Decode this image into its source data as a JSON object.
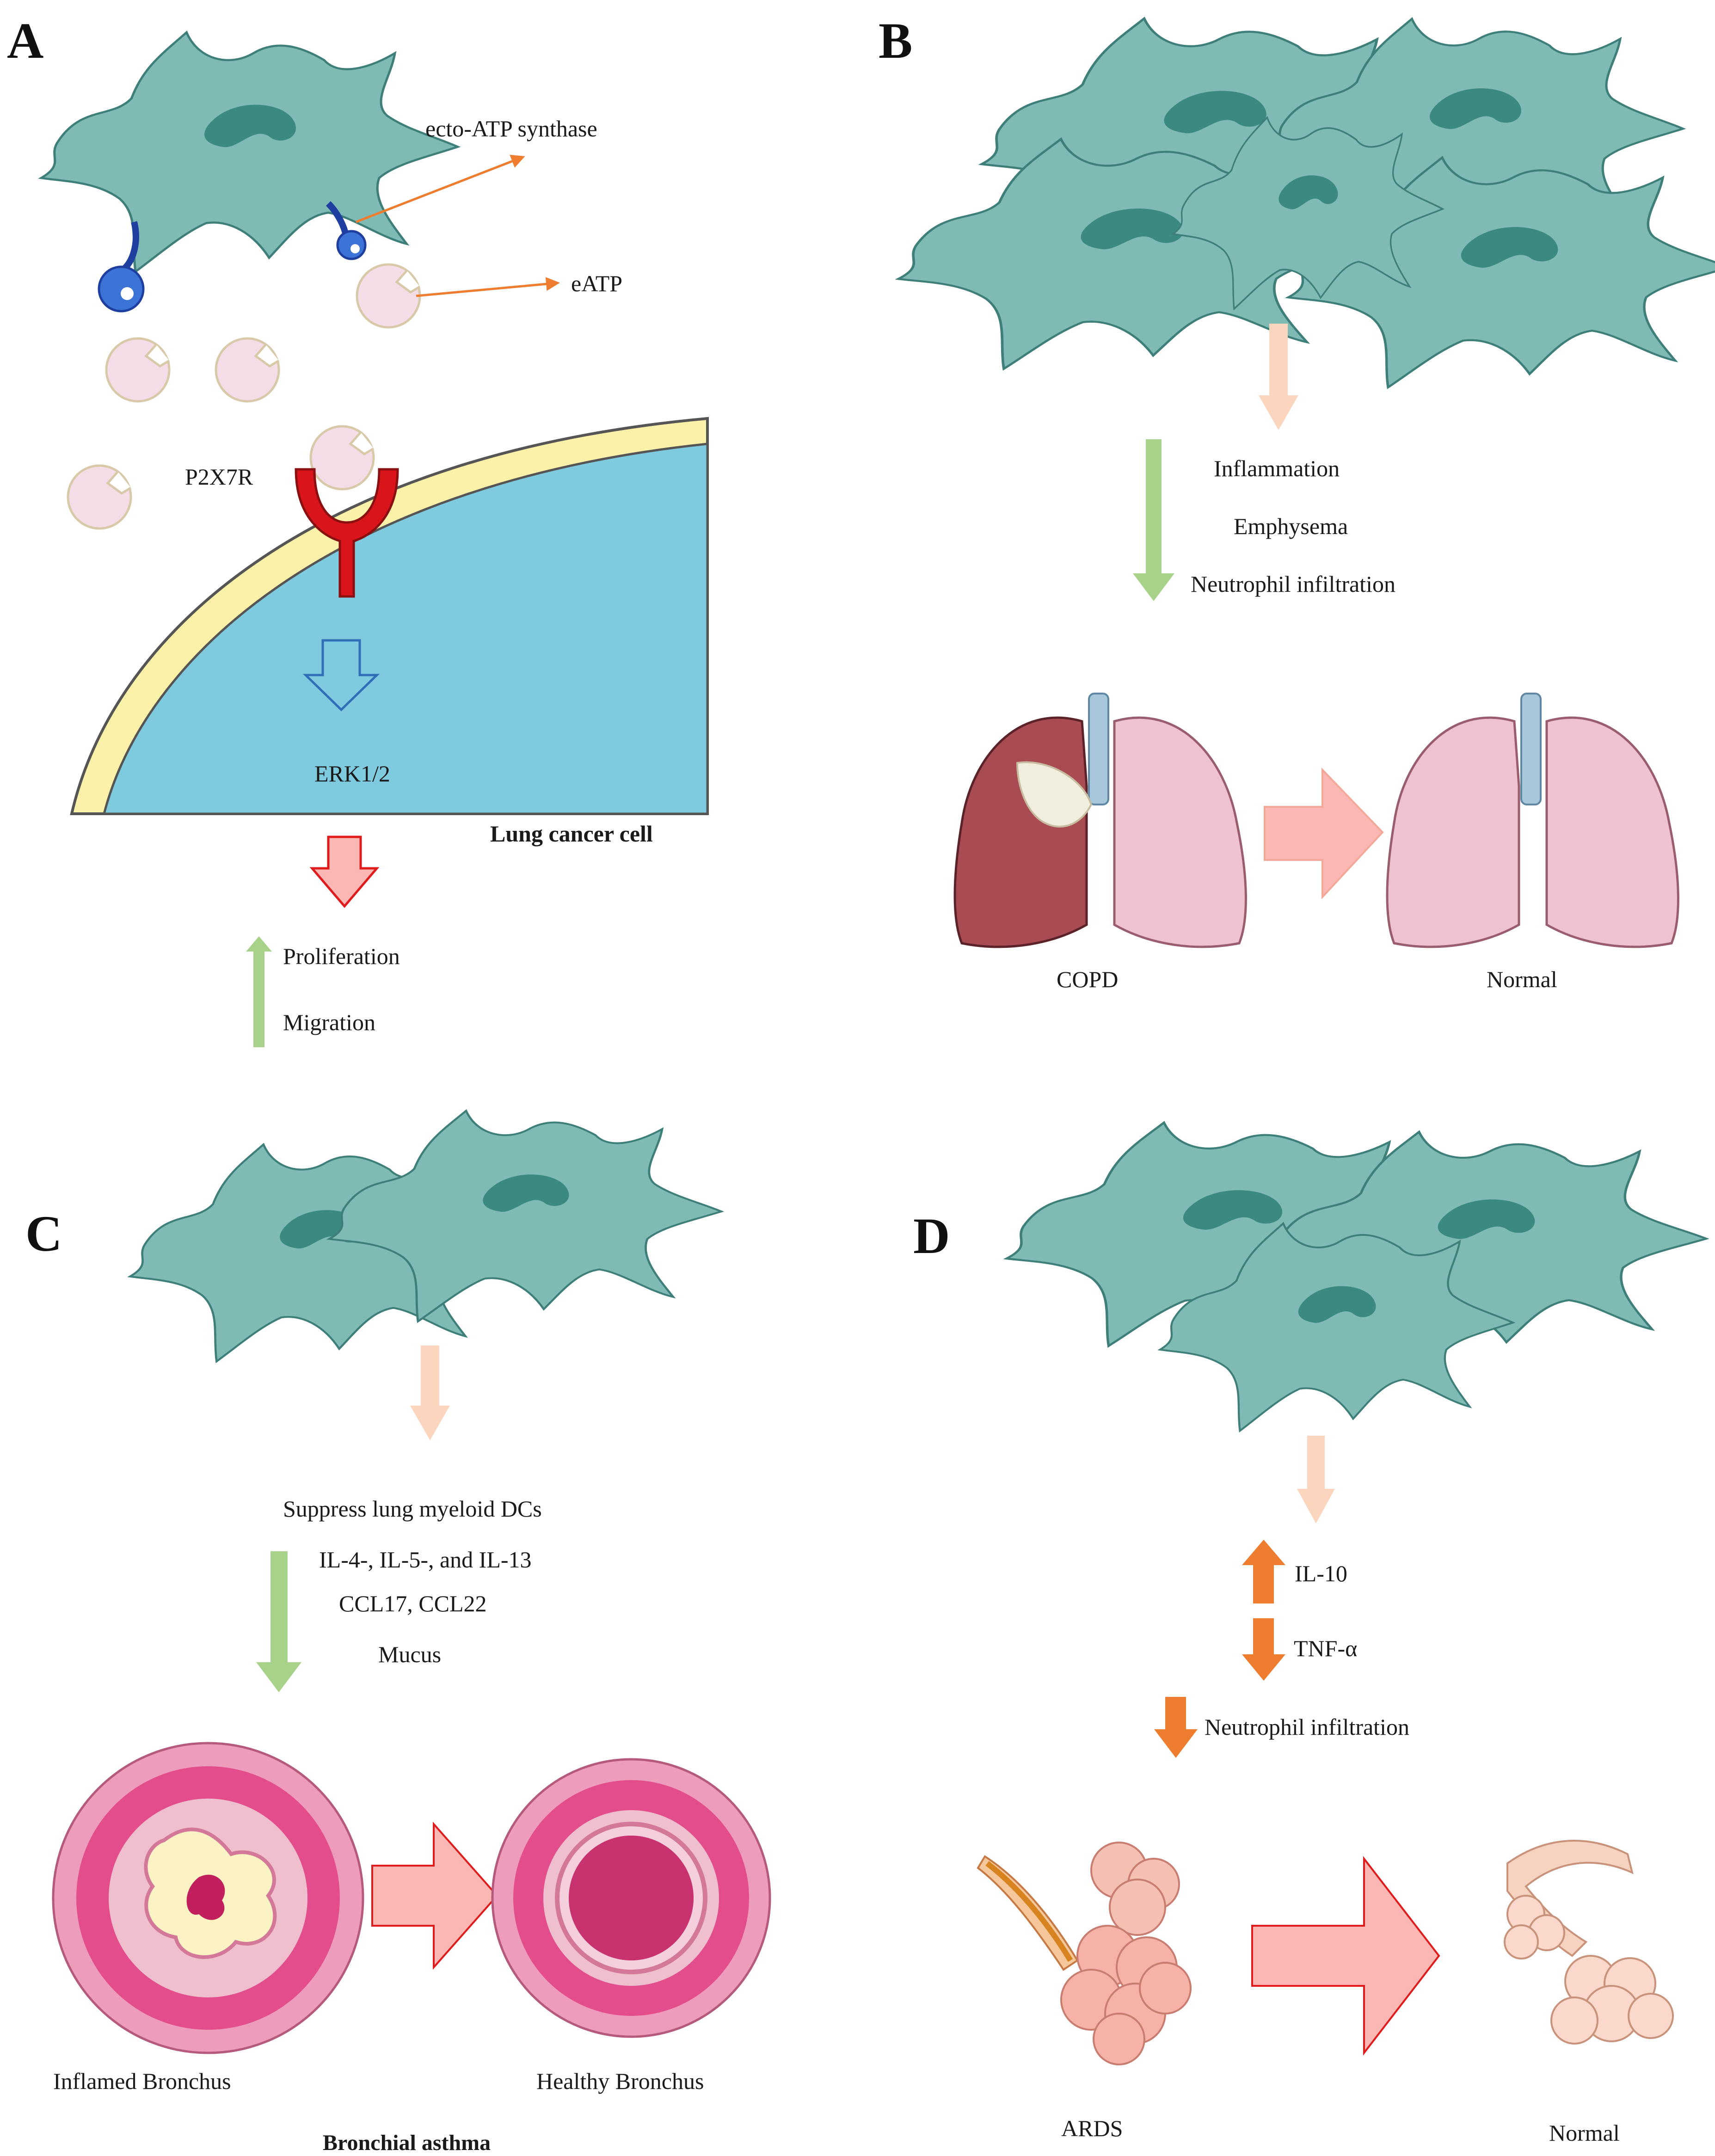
{
  "panels": {
    "a": {
      "letter": "A",
      "ecto_atp_synthase": "ecto-ATP synthase",
      "eatp": "eATP",
      "receptor": "P2X7R",
      "erk": "ERK1/2",
      "cell_label": "Lung cancer cell",
      "outcomes": [
        "Proliferation",
        "Migration"
      ]
    },
    "b": {
      "letter": "B",
      "effects": [
        "Inflammation",
        "Emphysema",
        "Neutrophil infiltration"
      ],
      "left_label": "COPD",
      "right_label": "Normal"
    },
    "c": {
      "letter": "C",
      "effects": [
        "Suppress lung myeloid DCs",
        "IL-4-, IL-5-, and IL-13",
        "CCL17, CCL22",
        "Mucus"
      ],
      "left_label": "Inflamed Bronchus",
      "right_label": "Healthy Bronchus",
      "disease": "Bronchial asthma"
    },
    "d": {
      "letter": "D",
      "effects": [
        "IL-10",
        "TNF-α",
        "Neutrophil infiltration"
      ],
      "left_label": "ARDS",
      "right_label": "Normal"
    }
  },
  "colors": {
    "cell_fill": "#7fbab5",
    "cell_nucleus": "#3a8a80",
    "cell_stroke": "#3f7f79",
    "atp_pink": "#f4dde6",
    "receptor_red": "#d9151b",
    "cytoplasm_blue": "#7ecadf",
    "membrane_yellow": "#fbf1a8",
    "arrow_peach": "#fbd5bd",
    "arrow_green": "#a8d18a",
    "arrow_orange": "#ee7d30",
    "arrow_red_outline": "#e01b1b",
    "big_arrow_fill": "#fbb7b4",
    "lung_diseased": "#a84b52",
    "lung_normal": "#eec3cf",
    "bronchus_pink": "#e44d8b"
  },
  "icons": [
    "cell-icon",
    "ecto-atp-synthase-icon",
    "eatp-icon",
    "p2x7r-receptor-icon",
    "lung-icon",
    "bronchus-icon",
    "alveoli-icon",
    "arrow-icon"
  ]
}
